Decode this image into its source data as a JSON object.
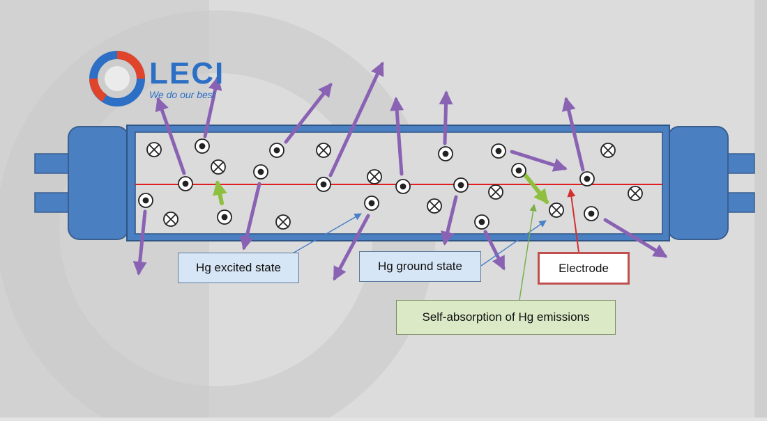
{
  "brand": {
    "name": "LECI",
    "slogan": "We do our best",
    "color": "#2c6fc4",
    "accent": "#e0442a"
  },
  "labels": {
    "hg_excited": "Hg excited state",
    "hg_ground": "Hg ground state",
    "electrode": "Electrode",
    "self_absorption": "Self-absorption of Hg emissions"
  },
  "colors": {
    "tube_blue": "#4a7fc2",
    "photon_arrow": "#8a62b3",
    "self_absorption_arrow": "#8fbf3f",
    "electrode_line": "#e02020",
    "excited_pointer": "#4a82c8",
    "electrode_pointer": "#d32f2f"
  },
  "legend_symbols": {
    "excited_atom": "circled-dot",
    "ground_atom": "circled-cross"
  }
}
